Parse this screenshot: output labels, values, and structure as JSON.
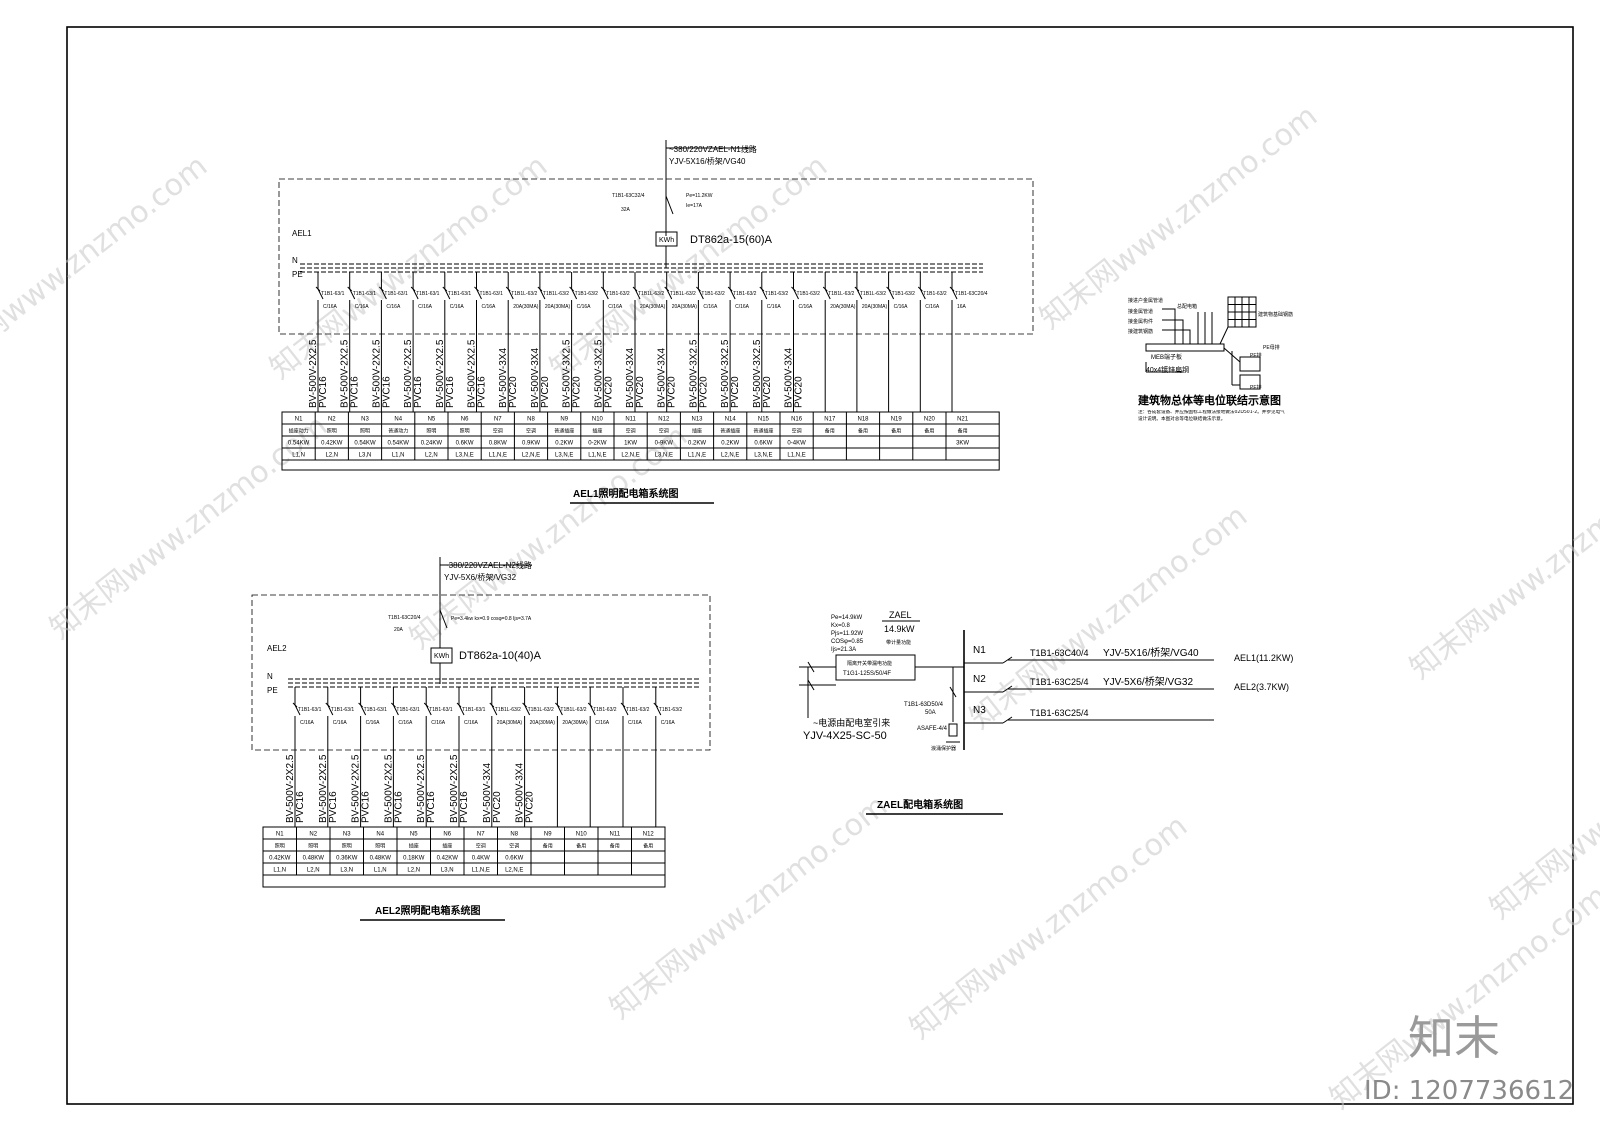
{
  "ael1": {
    "supply_line1": "~380/220VZAEL-N1线路",
    "supply_line2": "YJV-5X16/桥架/VG40",
    "main_breaker": "T1B1-63C32/4",
    "main_breaker_rating": "32A",
    "params_pe": "Pe=11.2KW",
    "params_ie": "Ie=17A",
    "meter_label": "KWh",
    "meter_model": "DT862a-15(60)A",
    "box_label": "AEL1",
    "n_label": "N",
    "pe_label": "PE",
    "breakers": [
      {
        "model": "T1B1-63/1",
        "rating": "C/16A",
        "cable1": "BV-500V-2X2.5",
        "cable2": "PVC16"
      },
      {
        "model": "T1B1-63/1",
        "rating": "C/16A",
        "cable1": "BV-500V-2X2.5",
        "cable2": "PVC16"
      },
      {
        "model": "T1B1-63/1",
        "rating": "C/16A",
        "cable1": "BV-500V-2X2.5",
        "cable2": "PVC16"
      },
      {
        "model": "T1B1-63/1",
        "rating": "C/16A",
        "cable1": "BV-500V-2X2.5",
        "cable2": "PVC16"
      },
      {
        "model": "T1B1-63/1",
        "rating": "C/16A",
        "cable1": "BV-500V-2X2.5",
        "cable2": "PVC16"
      },
      {
        "model": "T1B1-63/1",
        "rating": "C/16A",
        "cable1": "BV-500V-2X2.5",
        "cable2": "PVC16"
      },
      {
        "model": "T1B1L-63/2",
        "rating": "20A(30MA)",
        "cable1": "BV-500V-3X4",
        "cable2": "PVC20"
      },
      {
        "model": "T1B1L-63/2",
        "rating": "20A(30MA)",
        "cable1": "BV-500V-3X4",
        "cable2": "PVC20"
      },
      {
        "model": "T1B1-63/2",
        "rating": "C/16A",
        "cable1": "BV-500V-3X2.5",
        "cable2": "PVC20"
      },
      {
        "model": "T1B1-63/2",
        "rating": "C/16A",
        "cable1": "BV-500V-3X2.5",
        "cable2": "PVC20"
      },
      {
        "model": "T1B1L-63/2",
        "rating": "20A(30MA)",
        "cable1": "BV-500V-3X4",
        "cable2": "PVC20"
      },
      {
        "model": "T1B1L-63/2",
        "rating": "20A(30MA)",
        "cable1": "BV-500V-3X4",
        "cable2": "PVC20"
      },
      {
        "model": "T1B1-63/2",
        "rating": "C/16A",
        "cable1": "BV-500V-3X2.5",
        "cable2": "PVC20"
      },
      {
        "model": "T1B1-63/2",
        "rating": "C/16A",
        "cable1": "BV-500V-3X2.5",
        "cable2": "PVC20"
      },
      {
        "model": "T1B1-63/2",
        "rating": "C/16A",
        "cable1": "BV-500V-3X2.5",
        "cable2": "PVC20"
      },
      {
        "model": "T1B1-63/2",
        "rating": "C/16A",
        "cable1": "BV-500V-3X4",
        "cable2": "PVC20"
      },
      {
        "model": "T1B1L-63/2",
        "rating": "20A(30MA)",
        "cable1": "",
        "cable2": ""
      },
      {
        "model": "T1B1L-63/2",
        "rating": "20A(30MA)",
        "cable1": "",
        "cable2": ""
      },
      {
        "model": "T1B1-63/2",
        "rating": "C/16A",
        "cable1": "",
        "cable2": ""
      },
      {
        "model": "T1B1-63/2",
        "rating": "C/16A",
        "cable1": "",
        "cable2": ""
      },
      {
        "model": "T1B1-63C20/4",
        "rating": "16A",
        "cable1": "",
        "cable2": ""
      }
    ],
    "table": {
      "ids": [
        "N1",
        "N2",
        "N3",
        "N4",
        "N5",
        "N6",
        "N7",
        "N8",
        "N9",
        "N10",
        "N11",
        "N12",
        "N13",
        "N14",
        "N15",
        "N16",
        "N17",
        "N18",
        "N19",
        "N20",
        "N21"
      ],
      "uses": [
        "插座动力",
        "照明",
        "照明",
        "普通动力",
        "照明",
        "照明",
        "空调",
        "空调",
        "普通插座",
        "插座",
        "空调",
        "空调",
        "插座",
        "普通插座",
        "普通插座",
        "空调",
        "备用",
        "备用",
        "备用",
        "备用",
        "备用"
      ],
      "powers": [
        "0.54KW",
        "0.42KW",
        "0.54KW",
        "0.54KW",
        "0.24KW",
        "0.6KW",
        "0.8KW",
        "0.9KW",
        "0.2KW",
        "0-2KW",
        "1KW",
        "0-9KW",
        "0.2KW",
        "0.2KW",
        "0.6KW",
        "0-4KW",
        "",
        "",
        "",
        "",
        "3KW"
      ],
      "phases": [
        "L1,N",
        "L2,N",
        "L3,N",
        "L1,N",
        "L2,N",
        "L3,N,E",
        "L1,N,E",
        "L2,N,E",
        "L3,N,E",
        "L1,N,E",
        "L2,N,E",
        "L3,N,E",
        "L1,N,E",
        "L2,N,E",
        "L3,N,E",
        "L1,N,E",
        "",
        "",
        "",
        "",
        ""
      ]
    },
    "caption": "AEL1照明配电箱系统图"
  },
  "ael2": {
    "supply_line1": "~380/220VZAEL-N2线路",
    "supply_line2": "YJV-5X6/桥架/VG32",
    "main_breaker": "T1B1-63C20/4",
    "main_breaker_rating": "20A",
    "params": "Pe=3.4kw  kx=0.9  cosφ=0.8  Ijs=3.7A",
    "meter_label": "KWh",
    "meter_model": "DT862a-10(40)A",
    "box_label": "AEL2",
    "n_label": "N",
    "pe_label": "PE",
    "breakers": [
      {
        "model": "T1B1-63/1",
        "rating": "C/16A",
        "cable1": "BV-500V-2X2.5",
        "cable2": "PVC16"
      },
      {
        "model": "T1B1-63/1",
        "rating": "C/16A",
        "cable1": "BV-500V-2X2.5",
        "cable2": "PVC16"
      },
      {
        "model": "T1B1-63/1",
        "rating": "C/16A",
        "cable1": "BV-500V-2X2.5",
        "cable2": "PVC16"
      },
      {
        "model": "T1B1-63/1",
        "rating": "C/16A",
        "cable1": "BV-500V-2X2.5",
        "cable2": "PVC16"
      },
      {
        "model": "T1B1-63/1",
        "rating": "C/16A",
        "cable1": "BV-500V-2X2.5",
        "cable2": "PVC16"
      },
      {
        "model": "T1B1-63/1",
        "rating": "C/16A",
        "cable1": "BV-500V-2X2.5",
        "cable2": "PVC16"
      },
      {
        "model": "T1B1L-63/2",
        "rating": "20A(30MA)",
        "cable1": "BV-500V-3X4",
        "cable2": "PVC20"
      },
      {
        "model": "T1B1L-63/2",
        "rating": "20A(30MA)",
        "cable1": "BV-500V-3X4",
        "cable2": "PVC20"
      },
      {
        "model": "T1B1L-63/2",
        "rating": "20A(30MA)",
        "cable1": "",
        "cable2": ""
      },
      {
        "model": "T1B1-63/2",
        "rating": "C/16A",
        "cable1": "",
        "cable2": ""
      },
      {
        "model": "T1B1-63/2",
        "rating": "C/16A",
        "cable1": "",
        "cable2": ""
      },
      {
        "model": "T1B1-63/2",
        "rating": "C/16A",
        "cable1": "",
        "cable2": ""
      }
    ],
    "table": {
      "ids": [
        "N1",
        "N2",
        "N3",
        "N4",
        "N5",
        "N6",
        "N7",
        "N8",
        "N9",
        "N10",
        "N11",
        "N12"
      ],
      "uses": [
        "照明",
        "照明",
        "照明",
        "照明",
        "插座",
        "插座",
        "空调",
        "空调",
        "备用",
        "备用",
        "备用",
        "备用"
      ],
      "powers": [
        "0.42KW",
        "0.48KW",
        "0.36KW",
        "0.48KW",
        "0.18KW",
        "0.42KW",
        "0.4KW",
        "0.6KW",
        "",
        "",
        "",
        ""
      ],
      "phases": [
        "L1,N",
        "L2,N",
        "L3,N",
        "L1,N",
        "L2,N",
        "L3,N",
        "L1,N,E",
        "L2,N,E",
        "",
        "",
        "",
        ""
      ]
    },
    "caption": "AEL2照明配电箱系统图"
  },
  "zael": {
    "name": "ZAEL",
    "power": "14.9kW",
    "note": "带计量功能",
    "params": [
      "Pe=14.9kW",
      "Kx=0.8",
      "Pjs=11.92W",
      "COSφ=0.85",
      "Ijs=21.3A"
    ],
    "isolator_box": "T1G1-125S/50/4F",
    "isolator_note": "隔离开关带漏电功能",
    "spd_breaker": "T1B1-63D50/4",
    "spd_rating": "50A",
    "spd_model": "ASAFE-4/4",
    "spd_note": "浪涌保护器",
    "source_note": "~电源由配电室引来",
    "source_cable": "YJV-4X25-SC-50",
    "outputs": [
      {
        "id": "N1",
        "breaker": "T1B1-63C40/4",
        "cable": "YJV-5X16/桥架/VG40",
        "dest": "AEL1(11.2KW)"
      },
      {
        "id": "N2",
        "breaker": "T1B1-63C25/4",
        "cable": "YJV-5X6/桥架/VG32",
        "dest": "AEL2(3.7KW)"
      },
      {
        "id": "N3",
        "breaker": "T1B1-63C25/4",
        "cable": "",
        "dest": ""
      }
    ],
    "caption": "ZAEL配电箱系统图"
  },
  "bond": {
    "title": "建筑物总体等电位联结示意图",
    "labels_left": [
      "接金属管道",
      "接金属构件",
      "接建筑钢筋"
    ],
    "label_top": "接进户金属管道",
    "label_grid": "建筑物基础钢筋",
    "label_pe": "PE母排",
    "label_panel": "总配电箱",
    "meb": "MEB端子板",
    "bar": "40x4镀锌扁钢",
    "pe1": "PE排",
    "pe2": "PE排",
    "notes": "注：各成套设备、并应按国标工程做法接地做法02D501-2。并参见电气设计说明。本图对总等电位联结做法示意。"
  },
  "watermark": {
    "text": "知末网www.znzmo.com",
    "brand": "知末",
    "id": "ID: 1207736612"
  }
}
